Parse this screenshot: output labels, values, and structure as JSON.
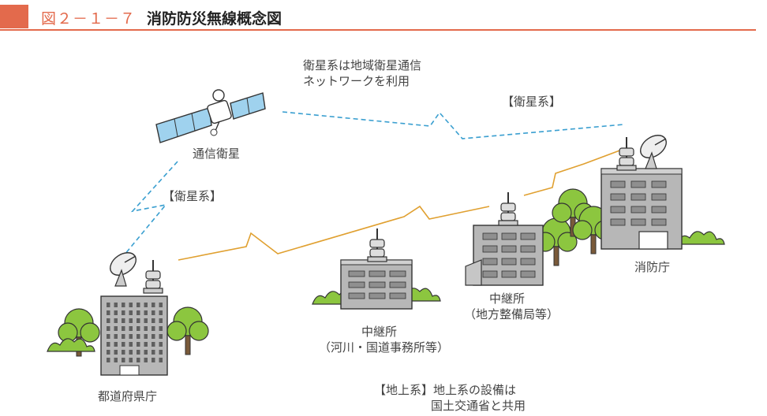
{
  "header": {
    "figure_number": "図２－１－７",
    "title": "消防防災無線概念図"
  },
  "notes": {
    "satellite_network_line1": "衛星系は地域衛星通信",
    "satellite_network_line2": "ネットワークを利用",
    "ground_line1": "【地上系】地上系の設備は",
    "ground_line2": "国土交通省と共用"
  },
  "link_labels": {
    "satellite_right": "【衛星系】",
    "satellite_left": "【衛星系】"
  },
  "nodes": {
    "satellite": "通信衛星",
    "prefecture": "都道府県庁",
    "relay1_line1": "中継所",
    "relay1_line2": "（河川・国道事務所等）",
    "relay2_line1": "中継所",
    "relay2_line2": "（地方整備局等）",
    "fire_agency": "消防庁"
  },
  "colors": {
    "accent": "#e36a4c",
    "satellite_link": "#3a9fd0",
    "ground_link": "#e0a030",
    "building_gray": "#b7b7b7",
    "window_gray": "#8f8f8f",
    "tree_green": "#8cc63f",
    "satellite_panel": "#9fd2ee"
  }
}
